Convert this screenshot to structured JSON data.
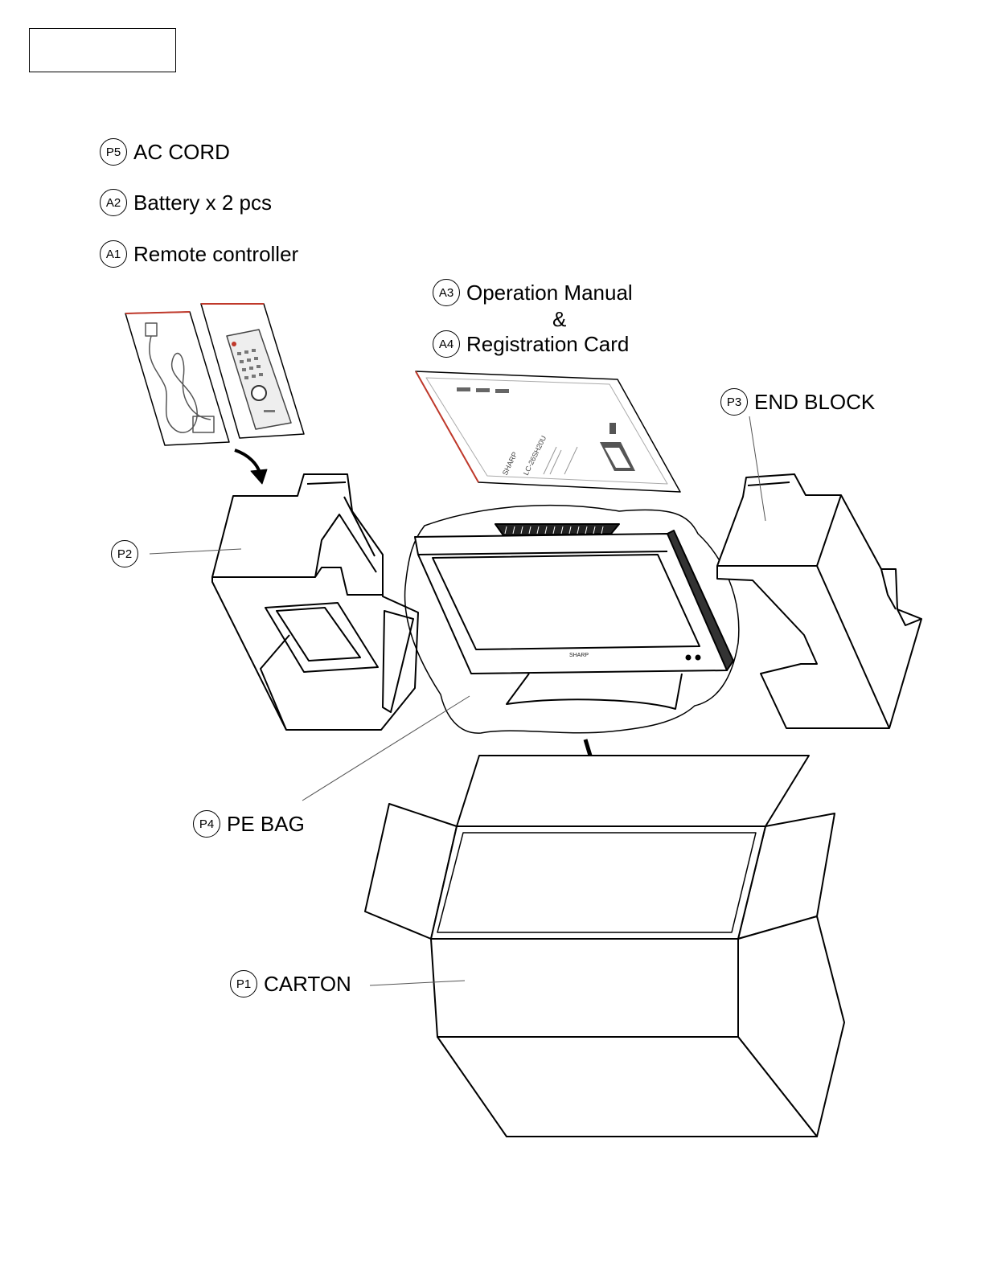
{
  "labels": {
    "p5": {
      "code": "P5",
      "text": "AC CORD"
    },
    "a2": {
      "code": "A2",
      "text": "Battery x 2 pcs"
    },
    "a1": {
      "code": "A1",
      "text": "Remote controller"
    },
    "a3": {
      "code": "A3",
      "text": "Operation Manual"
    },
    "ampersand": "&",
    "a4": {
      "code": "A4",
      "text": "Registration Card"
    },
    "p3": {
      "code": "P3",
      "text": "END BLOCK"
    },
    "p2": {
      "code": "P2"
    },
    "p4": {
      "code": "P4",
      "text": "PE BAG"
    },
    "p1": {
      "code": "P1",
      "text": "CARTON"
    }
  },
  "manual_cover": {
    "brand": "SHARP",
    "model": "LC-26SH20U"
  },
  "tv": {
    "brand": "SHARP"
  }
}
